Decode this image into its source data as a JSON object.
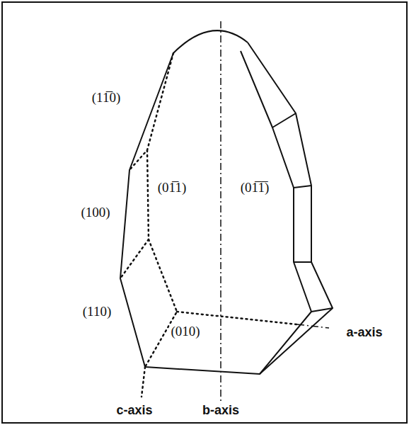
{
  "diagram": {
    "labels": [
      "(11̅0)",
      "(100)",
      "(01̅1)",
      "(01̅1̅)",
      "(110)",
      "(010)",
      "a-axis",
      "c-axis",
      "b-axis"
    ]
  }
}
